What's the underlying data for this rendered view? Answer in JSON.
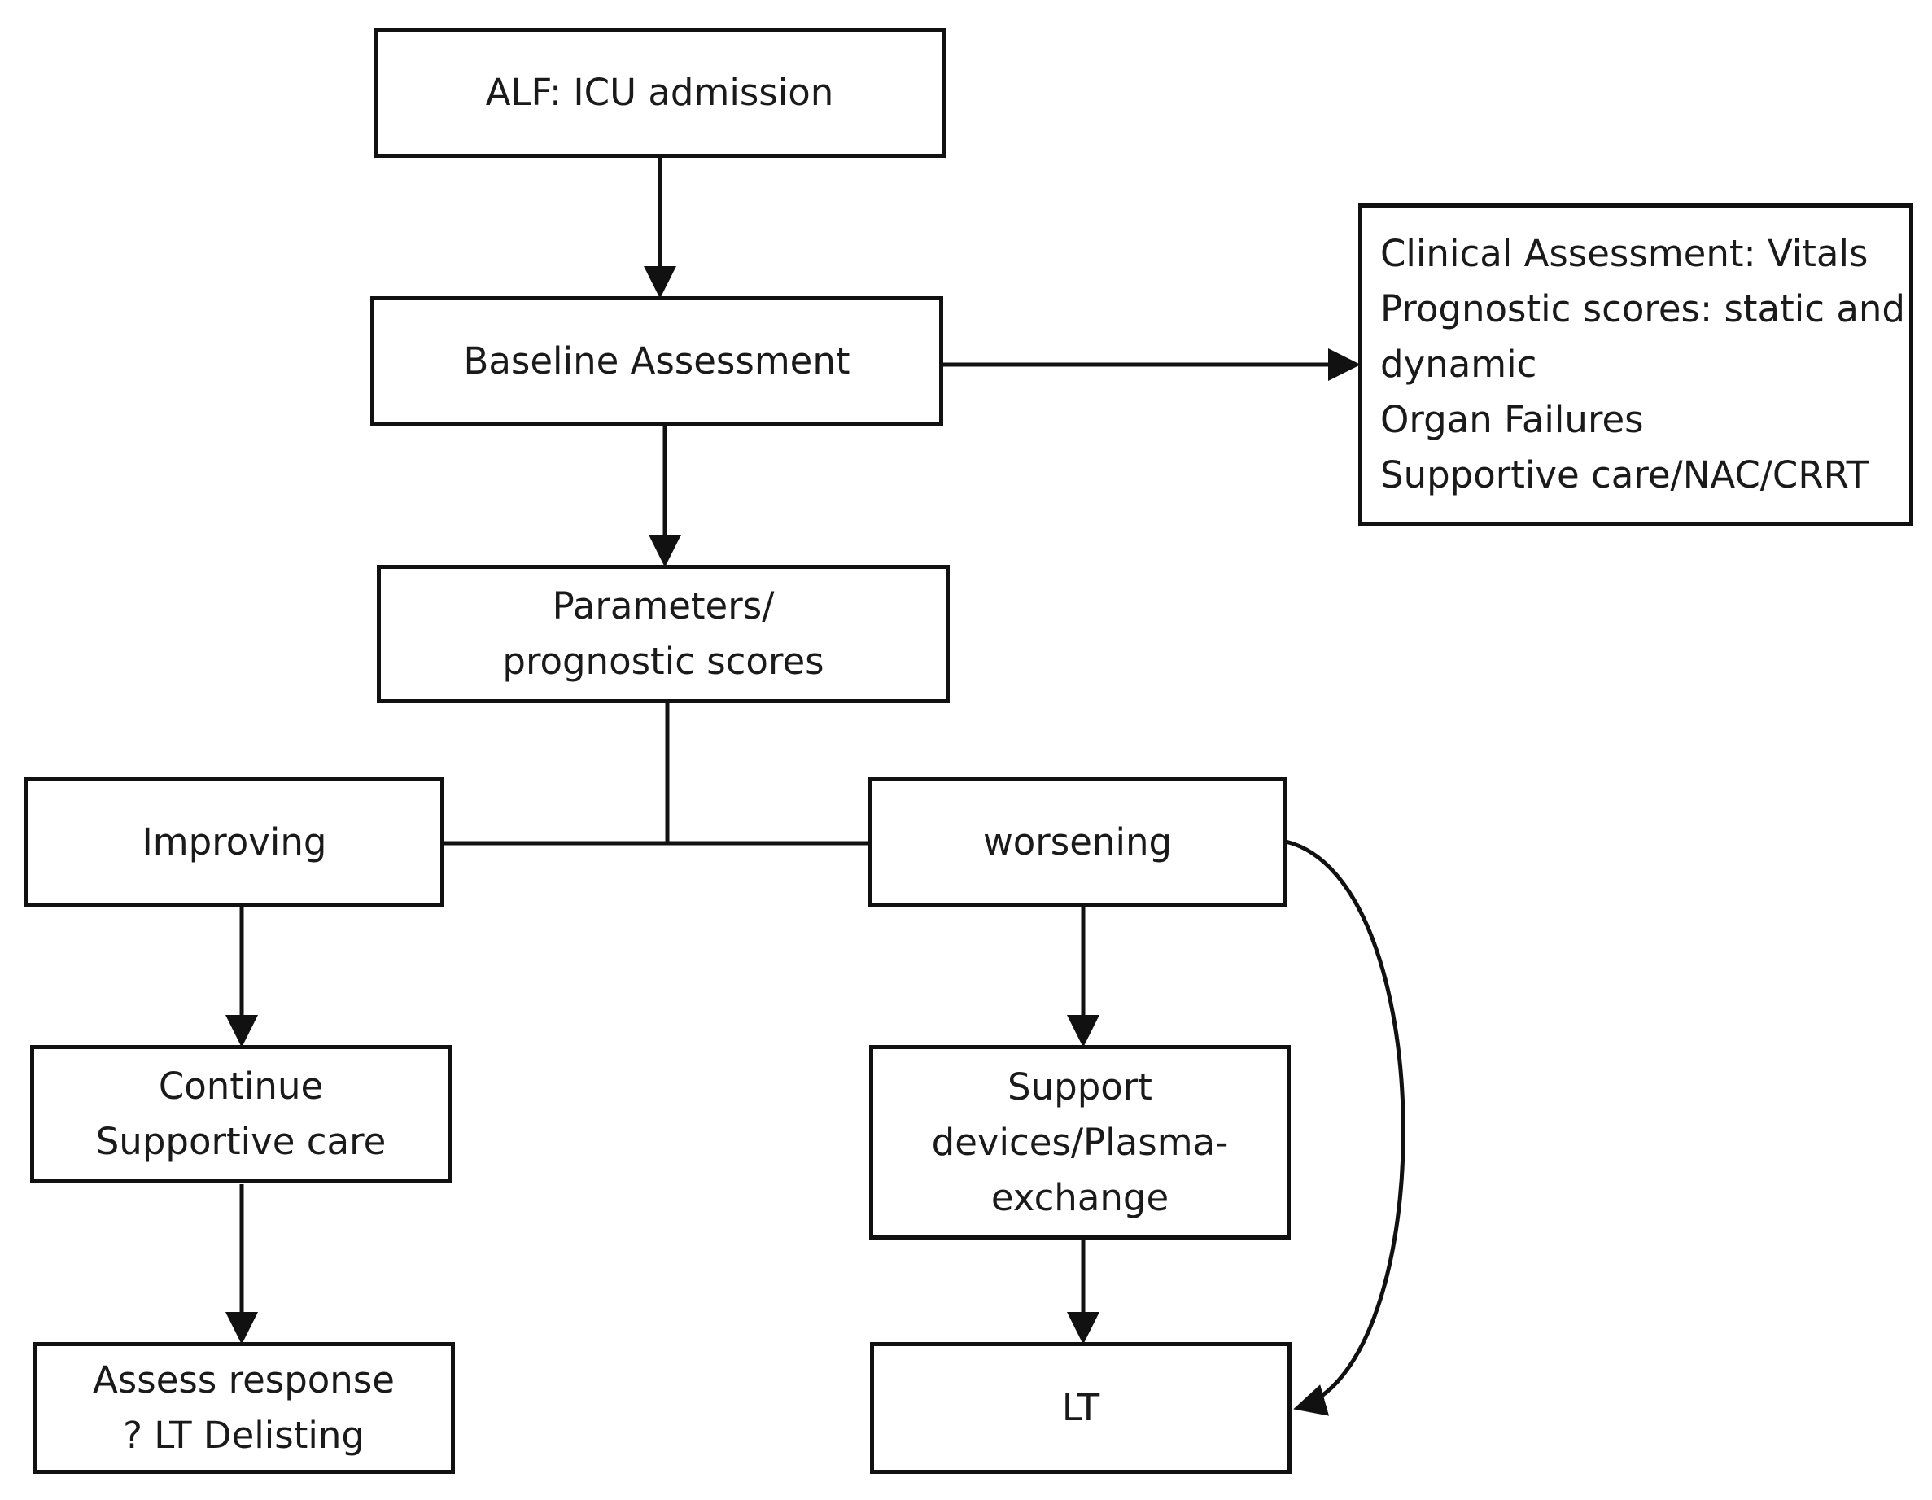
{
  "nodes": {
    "alf_icu": {
      "lines": [
        "ALF: ICU admission"
      ]
    },
    "baseline": {
      "lines": [
        "Baseline Assessment"
      ]
    },
    "clinical": {
      "lines": [
        "Clinical Assessment: Vitals",
        "Prognostic scores: static and",
        "dynamic",
        "Organ Failures",
        "Supportive care/NAC/CRRT"
      ]
    },
    "parameters": {
      "lines": [
        "Parameters/",
        "prognostic scores"
      ]
    },
    "improving": {
      "lines": [
        "Improving"
      ]
    },
    "worsening": {
      "lines": [
        "worsening"
      ]
    },
    "continue": {
      "lines": [
        "Continue",
        "Supportive care"
      ]
    },
    "support": {
      "lines": [
        "Support",
        "devices/Plasma-",
        "exchange"
      ]
    },
    "assess": {
      "lines": [
        "Assess response",
        "? LT Delisting"
      ]
    },
    "lt": {
      "lines": [
        "LT"
      ]
    }
  },
  "colors": {
    "stroke": "#111111",
    "text": "#1a1a1a",
    "background": "#ffffff"
  }
}
